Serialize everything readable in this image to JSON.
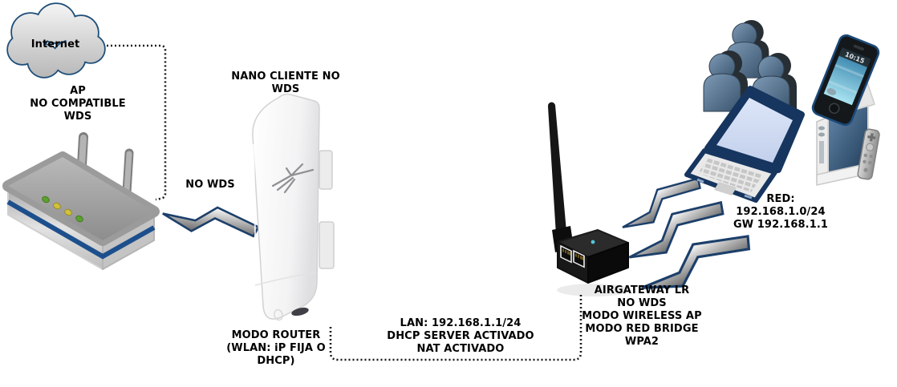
{
  "diagram": {
    "internet_cloud": {
      "label": "Internet"
    },
    "ap_router": {
      "label": "AP\nNO COMPATIBLE\nWDS"
    },
    "link_router_nano": {
      "label": "NO WDS"
    },
    "nanostation": {
      "title": "NANO CLIENTE NO\nWDS",
      "mode": "MODO ROUTER\n(WLAN: iP FIJA O\nDHCP)"
    },
    "lan_link": {
      "label": "LAN: 192.168.1.1/24\nDHCP SERVER ACTIVADO\nNAT ACTIVADO"
    },
    "airgateway": {
      "label": "AIRGATEWAY LR\nNO WDS\nMODO WIRELESS AP\nMODO RED BRIDGE\nWPA2"
    },
    "client_network": {
      "label": "RED: 192.168.1.0/24\nGW 192.168.1.1"
    },
    "smartphone": {
      "clock": "10:15"
    }
  },
  "colors": {
    "navy": "#1c3f6a",
    "dotted_line": "#1a1a1a",
    "router_blue_stripe": "#1d4f8c",
    "steel_blue": "#4a6580",
    "led_green": "#5aa22e",
    "led_yellow": "#d2c13a"
  }
}
